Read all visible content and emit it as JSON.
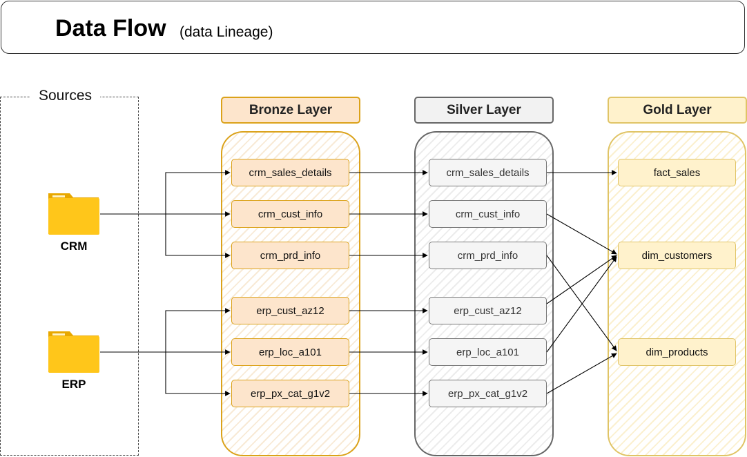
{
  "header": {
    "title": "Data Flow",
    "subtitle": "(data Lineage)"
  },
  "sources": {
    "label": "Sources",
    "items": [
      {
        "label": "CRM",
        "icon": "folder-icon"
      },
      {
        "label": "ERP",
        "icon": "folder-icon"
      }
    ]
  },
  "layers": {
    "bronze": {
      "title": "Bronze Layer",
      "items": [
        "crm_sales_details",
        "crm_cust_info",
        "crm_prd_info",
        "erp_cust_az12",
        "erp_loc_a101",
        "erp_px_cat_g1v2"
      ]
    },
    "silver": {
      "title": "Silver Layer",
      "items": [
        "crm_sales_details",
        "crm_cust_info",
        "crm_prd_info",
        "erp_cust_az12",
        "erp_loc_a101",
        "erp_px_cat_g1v2"
      ]
    },
    "gold": {
      "title": "Gold Layer",
      "items": [
        "fact_sales",
        "dim_customers",
        "dim_products"
      ]
    }
  },
  "colors": {
    "bronze_fill": "#fde5cc",
    "bronze_border": "#dba21a",
    "silver_fill": "#f5f5f5",
    "silver_border": "#666666",
    "gold_fill": "#fff2cc",
    "gold_border": "#e0c466",
    "folder": "#ffc61a"
  }
}
